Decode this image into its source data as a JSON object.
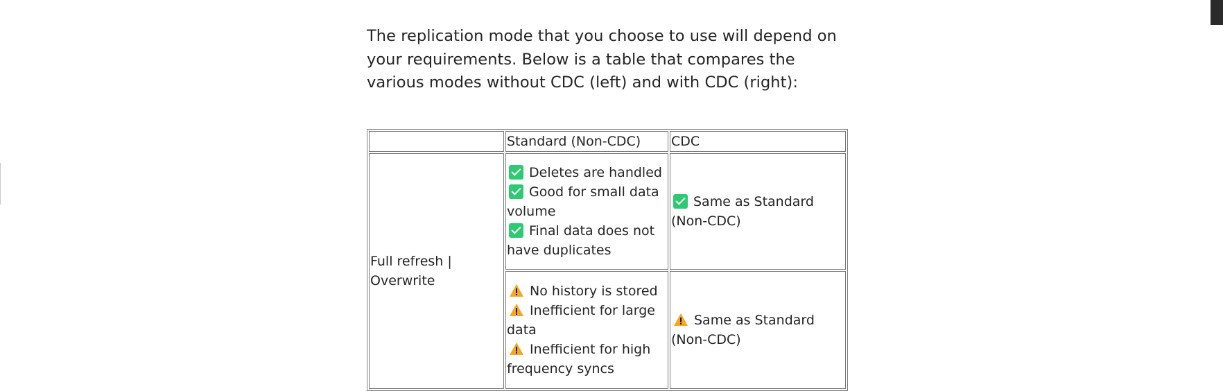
{
  "intro": "The replication mode that you choose to use will depend on your requirements. Below is a table that compares the various modes without CDC (left) and with CDC (right):",
  "table": {
    "headers": [
      "",
      "Standard (Non-CDC)",
      "CDC"
    ],
    "row_label": "Full refresh | Overwrite",
    "pros": [
      "Deletes are handled",
      "Good for small data volume",
      "Final data does not have duplicates"
    ],
    "pros_cdc": "Same as Standard (Non-CDC)",
    "cons": [
      "No history is stored",
      "Inefficient for large data",
      "Inefficient for high frequency syncs"
    ],
    "cons_cdc": "Same as Standard (Non-CDC)"
  },
  "icons": {
    "pro": "check-mark-icon",
    "con": "warning-icon"
  },
  "colors": {
    "check": "#2fc873",
    "warning": "#f5a623",
    "text": "#242424"
  }
}
